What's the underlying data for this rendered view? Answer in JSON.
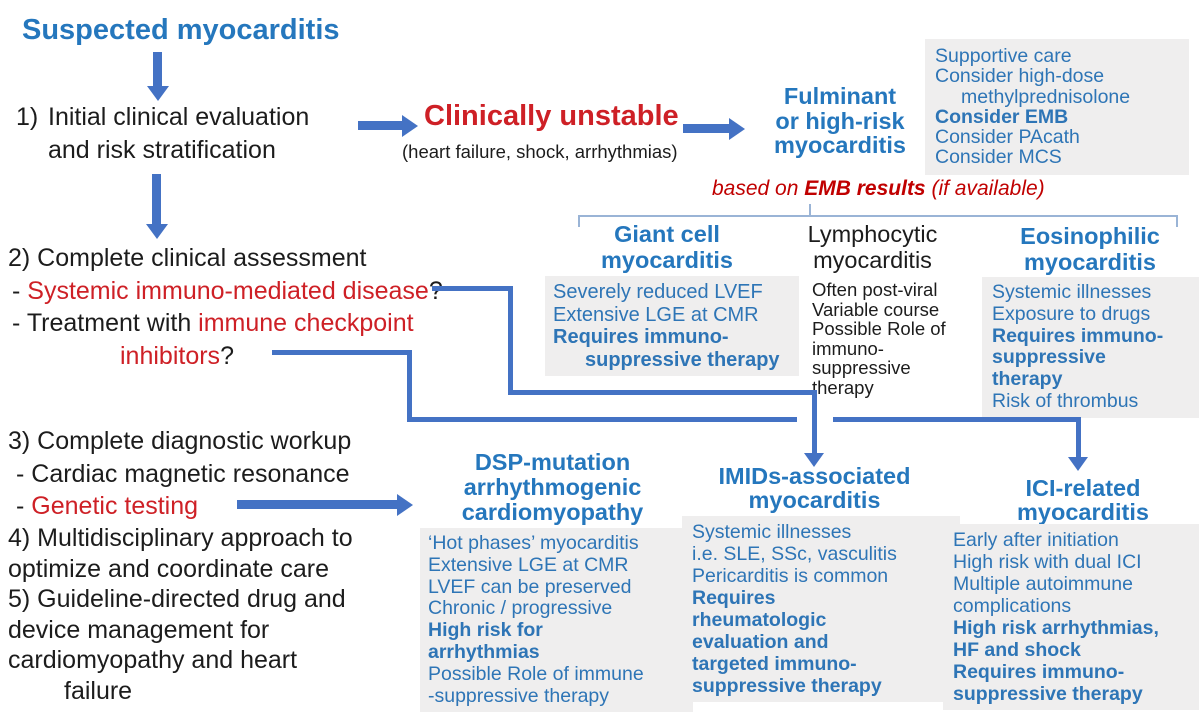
{
  "colors": {
    "accent_blue": "#4472C4",
    "heading_blue": "#2577BD",
    "body_blue": "#2E75B6",
    "red": "#CE2026",
    "dark_red": "#C00000",
    "text_black": "#1C1C1C",
    "box_gray": "#EFEEEE",
    "bracket_blue": "#9AB4D6",
    "background": "#FFFFFF"
  },
  "title": "Suspected myocarditis",
  "step1": {
    "num": "1)",
    "line1": "Initial clinical evaluation",
    "line2": "and risk stratification"
  },
  "unstable": {
    "label": "Clinically unstable",
    "sub": "(heart failure, shock, arrhythmias)"
  },
  "fulminant": {
    "line1": "Fulminant",
    "line2": "or high-risk",
    "line3": "myocarditis"
  },
  "supportive": {
    "l1": "Supportive care",
    "l2": "Consider high-dose",
    "l3": "methylprednisolone",
    "l4": "Consider EMB",
    "l5": "Consider PAcath",
    "l6": "Consider MCS"
  },
  "emb_note": {
    "pre": "based on ",
    "bold": "EMB results",
    "post": " (if available)"
  },
  "step2": {
    "line1": "2) Complete clinical assessment",
    "b1_prefix": "- ",
    "b1_red": "Systemic immuno-mediated disease",
    "b1_suffix": "?",
    "b2_prefix": "- Treatment with ",
    "b2_red": "immune checkpoint",
    "b3_red": "inhibitors",
    "b3_suffix": "?"
  },
  "step3": {
    "line1": "3) Complete diagnostic workup",
    "b1": "- Cardiac magnetic resonance",
    "b2_prefix": "- ",
    "b2_red": "Genetic testing"
  },
  "step45": {
    "l1": "4) Multidisciplinary approach to",
    "l2": "optimize and coordinate care",
    "l3": "5) Guideline-directed drug and",
    "l4": "device management for",
    "l5": "cardiomyopathy and heart",
    "l6": "failure"
  },
  "giant_cell": {
    "h1": "Giant cell",
    "h2": "myocarditis",
    "l1": "Severely reduced LVEF",
    "l2": "Extensive LGE at CMR",
    "l3": "Requires immuno-",
    "l4": "suppressive therapy"
  },
  "lymphocytic": {
    "h1": "Lymphocytic",
    "h2": "myocarditis",
    "l1": "Often post-viral",
    "l2": "Variable course",
    "l3": "Possible Role of",
    "l4": "immuno-",
    "l5": "suppressive",
    "l6": "therapy"
  },
  "eosinophilic": {
    "h1": "Eosinophilic",
    "h2": "myocarditis",
    "l1": "Systemic illnesses",
    "l2": "Exposure to drugs",
    "l3": "Requires immuno-",
    "l4": "suppressive",
    "l5": "therapy",
    "l6": "Risk of thrombus"
  },
  "dsp": {
    "h1": "DSP-mutation",
    "h2": "arrhythmogenic",
    "h3": "cardiomyopathy",
    "l1": "‘Hot phases’ myocarditis",
    "l2": "Extensive LGE at CMR",
    "l3": "LVEF can be preserved",
    "l4": "Chronic / progressive",
    "l5": "High risk for",
    "l6": "arrhythmias",
    "l7": "Possible Role of immune",
    "l8": "-suppressive therapy"
  },
  "imids": {
    "h1": "IMIDs-associated",
    "h2": "myocarditis",
    "l1": "Systemic illnesses",
    "l2": "i.e. SLE, SSc, vasculitis",
    "l3": "Pericarditis is common",
    "l4": "Requires",
    "l5": "rheumatologic",
    "l6": "evaluation and",
    "l7": "targeted immuno-",
    "l8": "suppressive therapy"
  },
  "ici": {
    "h1": "ICI-related",
    "h2": "myocarditis",
    "l1": "Early after initiation",
    "l2": "High risk with dual ICI",
    "l3": "Multiple autoimmune",
    "l4": "complications",
    "l5": "High risk arrhythmias,",
    "l6": "HF and shock",
    "l7": "Requires immuno-",
    "l8": "suppressive therapy"
  }
}
